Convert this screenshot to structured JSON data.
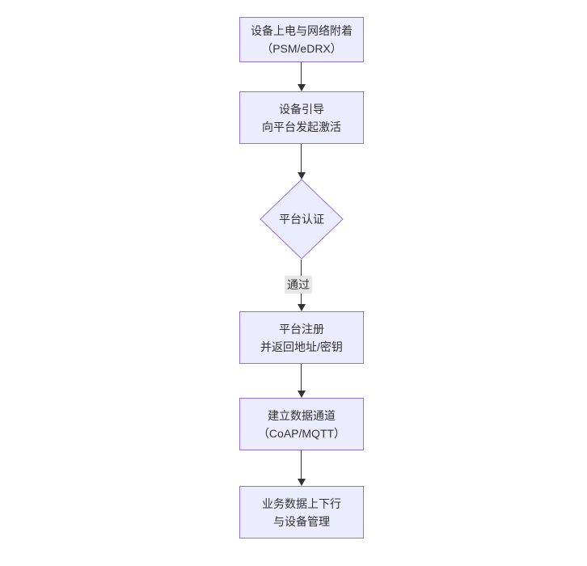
{
  "diagram": {
    "type": "flowchart",
    "direction": "top-down",
    "colors": {
      "node_fill": "#ECECFF",
      "node_border": "#9370DB",
      "edge": "#333333",
      "edge_label_bg": "#E8E8E8",
      "text": "#333333",
      "background": "#FFFFFF"
    },
    "nodes": [
      {
        "id": "power-attach",
        "shape": "rect",
        "lines": [
          "设备上电与网络附着",
          "（PSM/eDRX）"
        ]
      },
      {
        "id": "bootstrap",
        "shape": "rect",
        "lines": [
          "设备引导",
          "向平台发起激活"
        ]
      },
      {
        "id": "platform-auth",
        "shape": "diamond",
        "lines": [
          "平台认证"
        ]
      },
      {
        "id": "platform-register",
        "shape": "rect",
        "lines": [
          "平台注册",
          "并返回地址/密钥"
        ]
      },
      {
        "id": "data-channel",
        "shape": "rect",
        "lines": [
          "建立数据通道",
          "（CoAP/MQTT）"
        ]
      },
      {
        "id": "business-data",
        "shape": "rect",
        "lines": [
          "业务数据上下行",
          "与设备管理"
        ]
      }
    ],
    "edges": [
      {
        "from": "power-attach",
        "to": "bootstrap",
        "label": ""
      },
      {
        "from": "bootstrap",
        "to": "platform-auth",
        "label": ""
      },
      {
        "from": "platform-auth",
        "to": "platform-register",
        "label": "通过"
      },
      {
        "from": "platform-register",
        "to": "data-channel",
        "label": ""
      },
      {
        "from": "data-channel",
        "to": "business-data",
        "label": ""
      }
    ]
  }
}
